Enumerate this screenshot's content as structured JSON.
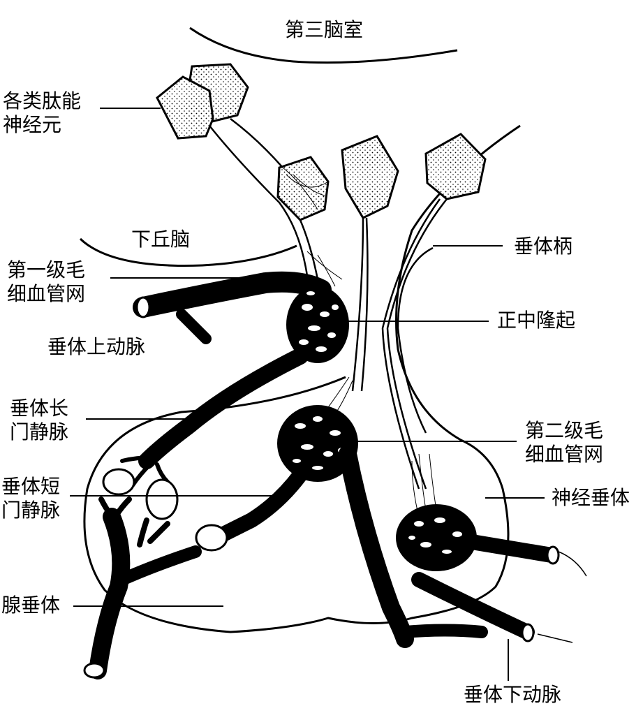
{
  "labels": {
    "third_ventricle": "第三脑室",
    "peptidergic_neurons": [
      "各类肽能",
      "神经元"
    ],
    "hypothalamus": "下丘脑",
    "primary_capillary": [
      "第一级毛",
      "细血管网"
    ],
    "sup_hypophyseal_artery": "垂体上动脉",
    "long_portal_vein": [
      "垂体长",
      "门静脉"
    ],
    "short_portal_vein": [
      "垂体短",
      "门静脉"
    ],
    "adenohypophysis": "腺垂体",
    "infundibular_stalk": "垂体柄",
    "median_eminence": "正中隆起",
    "secondary_capillary": [
      "第二级毛",
      "细血管网"
    ],
    "neurohypophysis": "神经垂体",
    "inf_hypophyseal_artery": "垂体下动脉"
  },
  "colors": {
    "ink": "#000000",
    "paper": "#ffffff"
  }
}
